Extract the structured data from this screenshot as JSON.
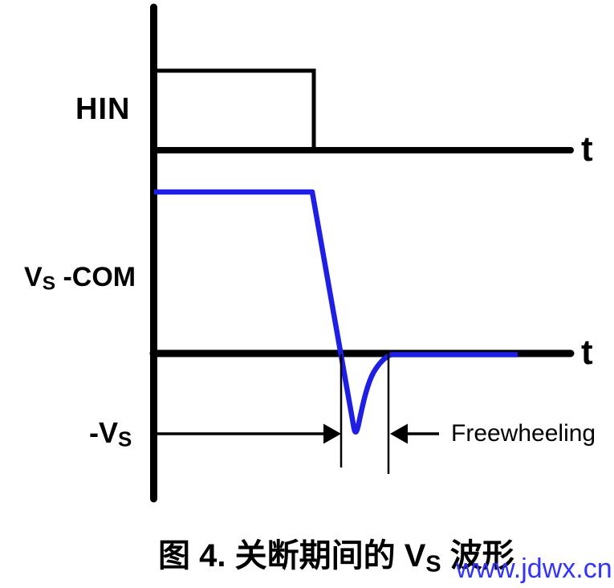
{
  "figure": {
    "type": "waveform-timing-diagram",
    "labels": {
      "hin": "HIN",
      "vs_com": {
        "main": "V",
        "sub": "S",
        "rest": " -COM"
      },
      "neg_vs": {
        "main": "-V",
        "sub": "S"
      },
      "t_axis_hin": "t",
      "t_axis_vs": "t",
      "freewheeling": "Freewheeling"
    },
    "caption": {
      "prefix": "图 4. 关断期间的 ",
      "v": "V",
      "sub": "S",
      "suffix": " 波形"
    },
    "watermark": "www.jdwx.cn",
    "colors": {
      "ink": "#000000",
      "waveform": "#1e1ee6",
      "watermark": "#3333ff",
      "bg": "#ffffff"
    }
  }
}
